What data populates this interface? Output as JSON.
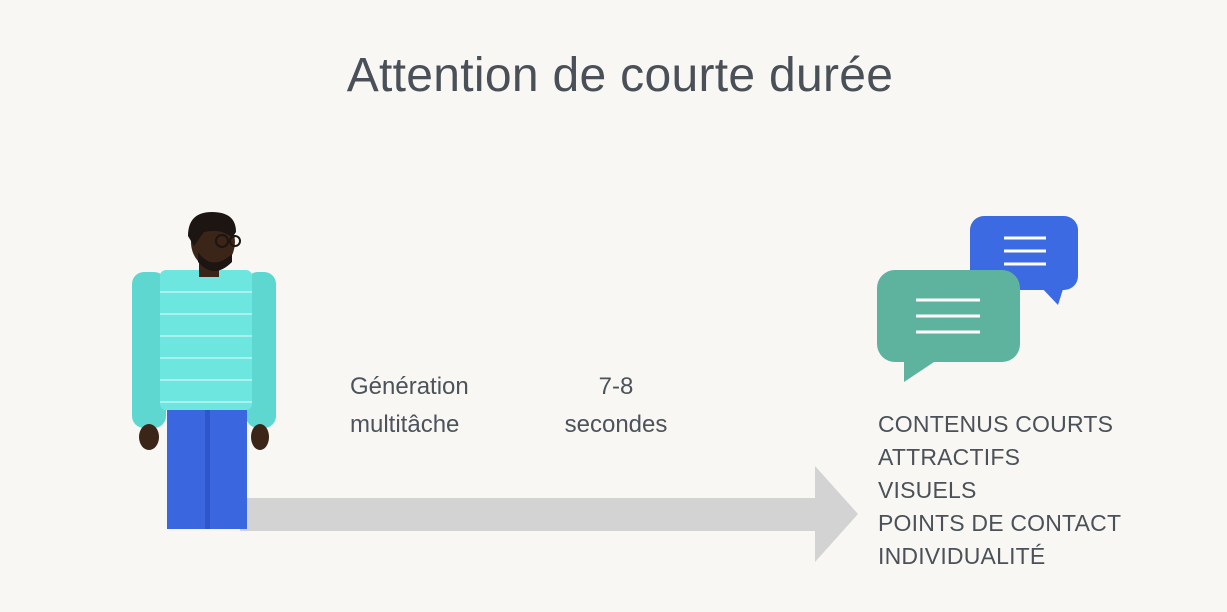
{
  "title": "Attention de courte durée",
  "generation": {
    "line1": "Génération",
    "line2": "multitâche"
  },
  "duration": {
    "line1": "7-8",
    "line2": "secondes"
  },
  "features": [
    "CONTENUS COURTS",
    "ATTRACTIFS",
    "VISUELS",
    "POINTS DE CONTACT",
    "INDIVIDUALITÉ"
  ],
  "colors": {
    "background": "#f8f7f3",
    "arrow": "#d3d3d3",
    "sweater": "#6ee6e0",
    "pants": "#3a66e0",
    "bubble_green": "#5db39e",
    "bubble_blue": "#3b6ae3",
    "text": "#4b5158"
  },
  "icons": [
    "person-illustration",
    "timeline-arrow-icon",
    "chat-bubble-green-icon",
    "chat-bubble-blue-icon"
  ]
}
